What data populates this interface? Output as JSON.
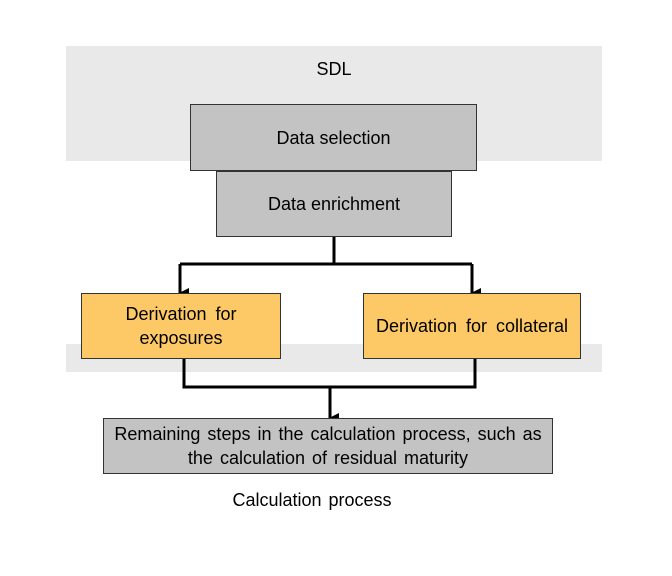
{
  "regions": {
    "sdl": "SDL",
    "calculation_process": "Calculation process"
  },
  "steps": {
    "data_selection": "Data selection",
    "data_enrichment": "Data enrichment",
    "derivation_exposures": "Derivation for exposures",
    "derivation_collateral": "Derivation for collateral",
    "remaining_steps": "Remaining steps in the calculation process, such as the calculation of residual maturity"
  },
  "colors": {
    "band": "#e9e9e9",
    "gray_box": "#c3c3c3",
    "orange_box": "#fdc966",
    "connector": "#000000"
  }
}
